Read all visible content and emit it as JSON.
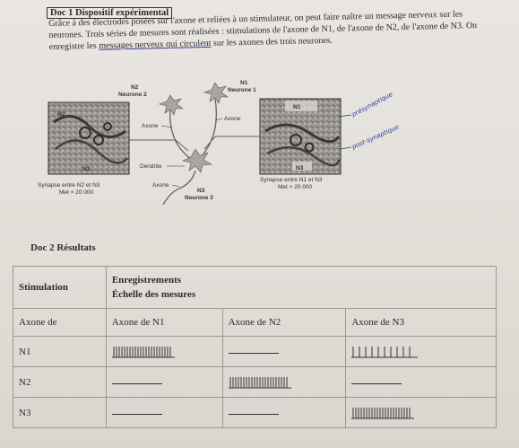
{
  "doc1": {
    "title": "Doc 1 Dispositif expérimental",
    "intro_parts": [
      "Grâce à des électrodes posées sur l'axone et reliées à un stimulateur, on peut faire naître un message nerveux sur les neurones.  Trois séries de mesures sont réalisées : stimulations de l'axone de N1, de l'axone de N2, de l'axone de N3. On enregistre les ",
      "messages nerveux qui circulent",
      " sur les axones des trois neurones."
    ]
  },
  "figure": {
    "labels": {
      "n2": "N2",
      "neurone2": "Neurone 2",
      "n1": "N1",
      "neurone1": "Neurone 1",
      "axone_left": "Axone",
      "axone_right": "Axone",
      "dendrite": "Dendrite",
      "axone_bottom": "Axone",
      "n3": "N3",
      "neurone3": "Neurone 3",
      "photo_left_n2": "N2",
      "photo_left_n3": "N3",
      "photo_right_n1": "N1",
      "photo_right_n3": "N3",
      "caption_left_1": "Synapse entre N2 et N3",
      "caption_left_2": "Met × 20 000",
      "caption_right_1": "Synapse entre N1 et N3",
      "caption_right_2": "Met × 20 000"
    },
    "handwritten": {
      "presynaptic": "présynaptique",
      "postsynaptic": "post-synaptique"
    }
  },
  "doc2": {
    "title": "Doc 2 Résultats",
    "table": {
      "header_stimulation": "Stimulation",
      "header_enregistrements": "Enregistrements",
      "header_echelle": "Échelle des mesures",
      "col_axone_de": "Axone de",
      "col_n1": "Axone de N1",
      "col_n2": "Axone de N2",
      "col_n3": "Axone de N3",
      "rows": [
        {
          "label": "N1",
          "cells": [
            {
              "type": "spikes",
              "count": 22
            },
            {
              "type": "dash"
            },
            {
              "type": "spikes",
              "count": 10
            }
          ]
        },
        {
          "label": "N2",
          "cells": [
            {
              "type": "dash"
            },
            {
              "type": "spikes",
              "count": 22
            },
            {
              "type": "dash"
            }
          ]
        },
        {
          "label": "N3",
          "cells": [
            {
              "type": "dash"
            },
            {
              "type": "dash"
            },
            {
              "type": "spikes",
              "count": 22
            }
          ]
        }
      ]
    }
  }
}
